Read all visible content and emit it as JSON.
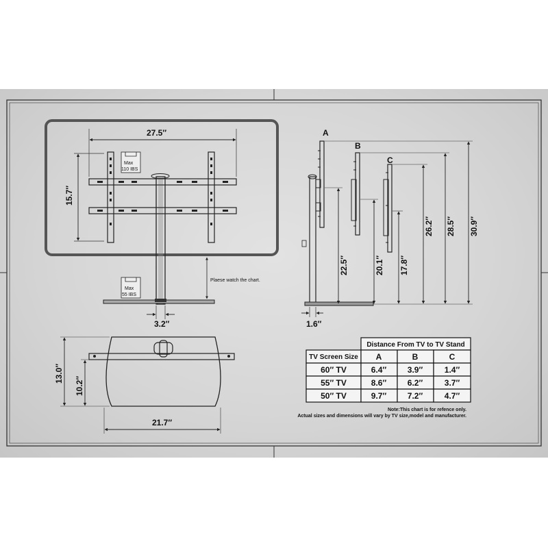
{
  "front_view": {
    "width_label": "27.5″",
    "height_label": "15.7″",
    "max_top_line1": "Max",
    "max_top_line2": "110 IBS",
    "max_bottom_line1": "Max",
    "max_bottom_line2": "55 IBS",
    "pole_label": "3.2″",
    "note": "Plaese watch the chart."
  },
  "side_view": {
    "label_a": "A",
    "label_b": "B",
    "label_c": "C",
    "height_a": "30.9″",
    "height_b": "28.5″",
    "height_c": "26.2″",
    "low_a": "22.5″",
    "low_b": "20.1″",
    "low_c": "17.8″",
    "base_label": "1.6″"
  },
  "top_view": {
    "depth_outer": "13.0″",
    "depth_inner": "10.2″",
    "width": "21.7″"
  },
  "table": {
    "caption": "Distance From TV to TV Stand",
    "row_header": "TV Screen Size",
    "columns": [
      "A",
      "B",
      "C"
    ],
    "rows": [
      {
        "size": "60″ TV",
        "values": [
          "6.4″",
          "3.9″",
          "1.4″"
        ]
      },
      {
        "size": "55″ TV",
        "values": [
          "8.6″",
          "6.2″",
          "3.7″"
        ]
      },
      {
        "size": "50″ TV",
        "values": [
          "9.7″",
          "7.2″",
          "4.7″"
        ]
      }
    ],
    "note_line1": "Note:This chart is for refence only.",
    "note_line2": "Actual sizes and dimensions will vary by TV size,model and manufacturer."
  }
}
